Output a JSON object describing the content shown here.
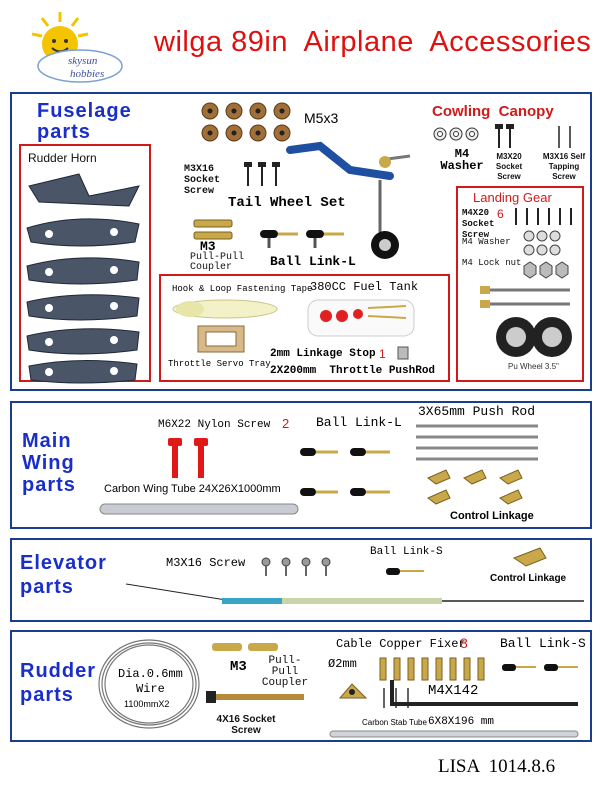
{
  "logo": {
    "text_top": "skysun",
    "text_bottom": "hobbies"
  },
  "header": {
    "title": "wilga 89in  Airplane  Accessories"
  },
  "fuselage": {
    "heading": "Fuselage parts",
    "rudder_horn": "Rudder Horn",
    "m5x3": "M5x3",
    "m3x16_socket": "M3X16 Socket Screw",
    "tail_wheel": "Tail Wheel Set",
    "m3": "M3",
    "pull_pull": "Pull-Pull Coupler",
    "ball_link_l": "Ball Link-L",
    "hook_loop": "Hook & Loop Fastening Tape",
    "fuel_tank": "380CC Fuel Tank",
    "servo_tray": "Throttle Servo Tray",
    "linkage_stop": "2mm Linkage Stop",
    "linkage_stop_qty": "1",
    "pushrod": "2X200mm  Throttle PushRod"
  },
  "cowling": {
    "heading": "Cowling  Canopy",
    "m4_washer": "M4 Washer",
    "m3x20": "M3X20 Socket Screw",
    "m3x16_tap": "M3X16 Self Tapping Screw"
  },
  "landing": {
    "heading": "Landing Gear",
    "m4x20": "M4X20 Socket Screw",
    "qty": "6",
    "m4_washer": "M4  Washer",
    "m4_lock": "M4 Lock nut",
    "pu_wheel": "Pu Wheel 3.5\""
  },
  "wing": {
    "heading": "Main Wing parts",
    "nylon": "M6X22 Nylon Screw",
    "nylon_qty": "2",
    "ball_link_l": "Ball Link-L",
    "push_rod": "3X65mm Push Rod",
    "tube": "Carbon Wing Tube 24X26X1000mm",
    "control": "Control Linkage"
  },
  "elevator": {
    "heading": "Elevator parts",
    "m3x16": "M3X16 Screw",
    "ball_link_s": "Ball Link-S",
    "control": "Control Linkage"
  },
  "rudder": {
    "heading": "Rudder parts",
    "dia": "Dia.0.6mm",
    "wire": "Wire",
    "wire_len": "1100mmX2",
    "m3": "M3",
    "pull_pull": "Pull-Pull Coupler",
    "cable_fixer": "Cable Copper Fixer",
    "cable_qty": "8",
    "ball_link_s": "Ball Link-S",
    "d2mm": "Ø2mm",
    "m4x142": "M4X142",
    "m4x16": "4X16 Socket Screw",
    "stab_tube": "Carbon Stab Tube",
    "stab_size": "6X8X196 mm"
  },
  "footer": {
    "code": "LISA  1014.8.6"
  }
}
